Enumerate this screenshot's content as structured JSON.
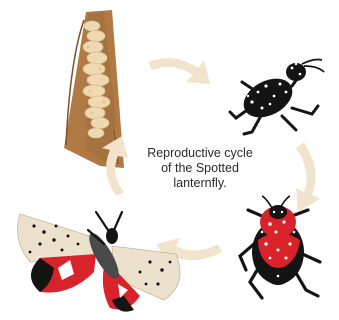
{
  "caption": {
    "line1": "Reproductive cycle",
    "line2": "of the Spotted",
    "line3": "lanternfly."
  },
  "stages": [
    {
      "icon": "egg-mass-icon"
    },
    {
      "icon": "early-nymph-icon"
    },
    {
      "icon": "late-nymph-icon"
    },
    {
      "icon": "adult-lanternfly-icon"
    }
  ],
  "colors": {
    "arrow": "#f2e4cc",
    "bark": "#b07a45",
    "egg": "#efd9b3",
    "nymph_black": "#141414",
    "nymph_red": "#d8232a",
    "wing_beige": "#ece1cd",
    "wing_red": "#d8232a"
  }
}
